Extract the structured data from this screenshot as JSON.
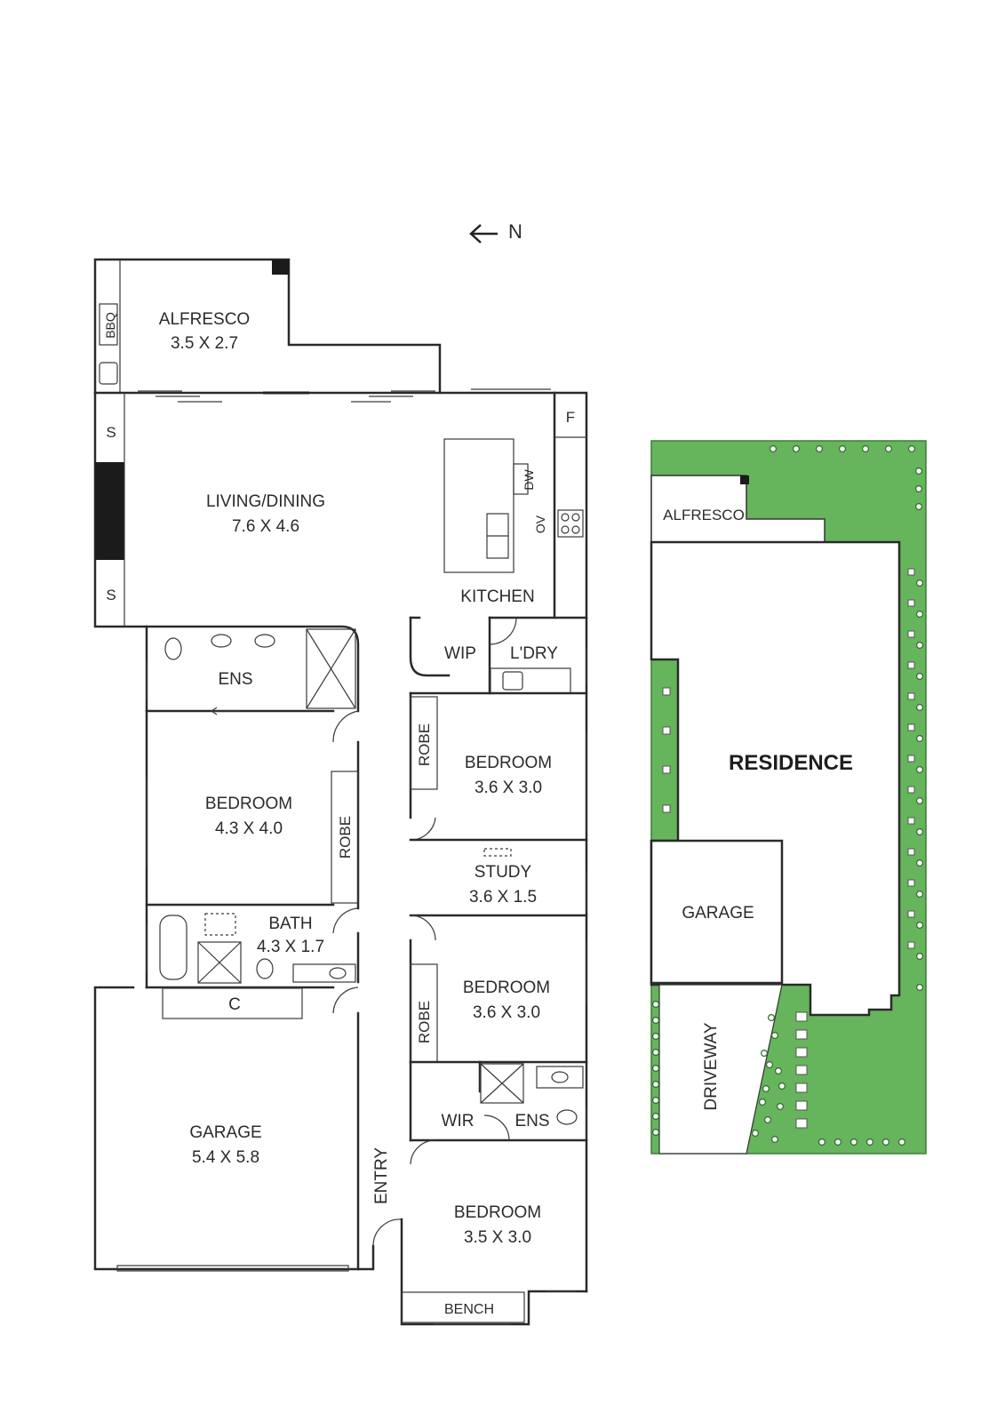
{
  "compass": {
    "label": "N",
    "arrow_icon": "arrow-left-icon"
  },
  "floor_plan": {
    "rooms": {
      "alfresco": {
        "name": "ALFRESCO",
        "dims": "3.5 X 2.7"
      },
      "living": {
        "name": "LIVING/DINING",
        "dims": "7.6 X 4.6"
      },
      "kitchen": {
        "name": "KITCHEN"
      },
      "ens_master": {
        "name": "ENS"
      },
      "bed_master": {
        "name": "BEDROOM",
        "dims": "4.3 X 4.0"
      },
      "bath": {
        "name": "BATH",
        "dims": "4.3 X 1.7"
      },
      "garage": {
        "name": "GARAGE",
        "dims": "5.4 X 5.8"
      },
      "wip": {
        "name": "WIP"
      },
      "laundry": {
        "name": "L'DRY"
      },
      "bed2": {
        "name": "BEDROOM",
        "dims": "3.6 X 3.0"
      },
      "study": {
        "name": "STUDY",
        "dims": "3.6 X 1.5"
      },
      "bed3": {
        "name": "BEDROOM",
        "dims": "3.6 X 3.0"
      },
      "wir": {
        "name": "WIR"
      },
      "ens2": {
        "name": "ENS"
      },
      "bed4": {
        "name": "BEDROOM",
        "dims": "3.5 X 3.0"
      },
      "entry": {
        "name": "ENTRY"
      },
      "bench": {
        "name": "BENCH"
      }
    },
    "fixtures": {
      "bbq": "BBQ",
      "storage_top": "S",
      "storage_bottom": "S",
      "fridge": "F",
      "dishwasher": "DW",
      "oven": "OV",
      "robe_master": "ROBE",
      "robe_bed2": "ROBE",
      "robe_bed3": "ROBE",
      "cupboard": "C"
    }
  },
  "site_plan": {
    "alfresco": "ALFRESCO",
    "residence": "RESIDENCE",
    "garage": "GARAGE",
    "driveway": "DRIVEWAY",
    "colors": {
      "lawn": "#66b45c",
      "building": "#ffffff"
    }
  }
}
